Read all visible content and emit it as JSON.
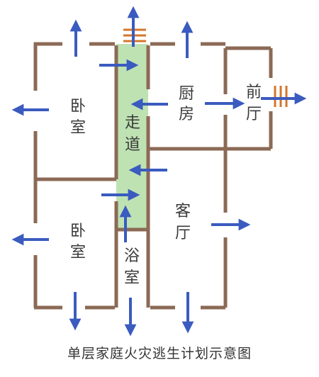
{
  "rooms": {
    "bedroom_top": "卧室",
    "bedroom_bottom": "卧室",
    "corridor": "走道",
    "kitchen": "厨房",
    "front_hall": "前厅",
    "living_room": "客厅",
    "bathroom": "浴室"
  },
  "caption": "单层家庭火灾逃生计划示意图",
  "colors": {
    "wall": "#8b6a55",
    "corridor_fill": "#bfe2b3",
    "arrow": "#3a5bbf",
    "door": "#d4762b"
  },
  "icons": {
    "arrow": "arrow-icon",
    "door": "exit-door-icon"
  }
}
